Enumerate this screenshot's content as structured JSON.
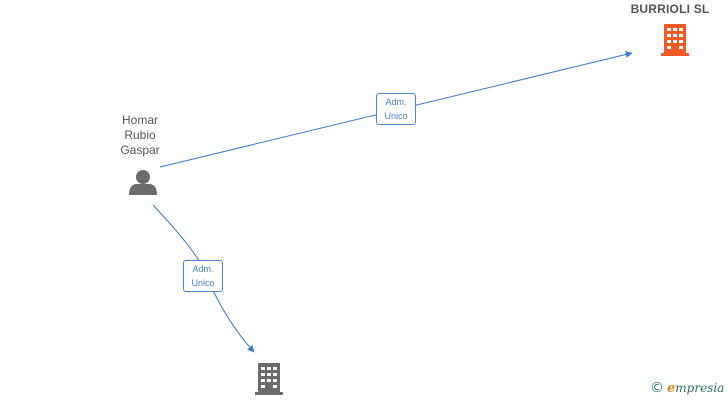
{
  "nodes": {
    "person": {
      "name_lines": [
        "Homar",
        "Rubio",
        "Gaspar"
      ],
      "icon": "person-icon"
    },
    "company_top": {
      "name": "BURRIOLI SL",
      "icon": "building-icon",
      "color": "#f05a24"
    },
    "company_bottom": {
      "name": "",
      "icon": "building-icon",
      "color": "#6b6b6b"
    }
  },
  "edges": [
    {
      "from": "person",
      "to": "company_top",
      "label_lines": [
        "Adm.",
        "Unico"
      ]
    },
    {
      "from": "person",
      "to": "company_bottom",
      "label_lines": [
        "Adm.",
        "Unico"
      ]
    }
  ],
  "colors": {
    "edge": "#3a7bd5",
    "person": "#6b6b6b"
  },
  "brand": {
    "copyright": "©",
    "first_letter": "e",
    "rest": "mpresia"
  }
}
